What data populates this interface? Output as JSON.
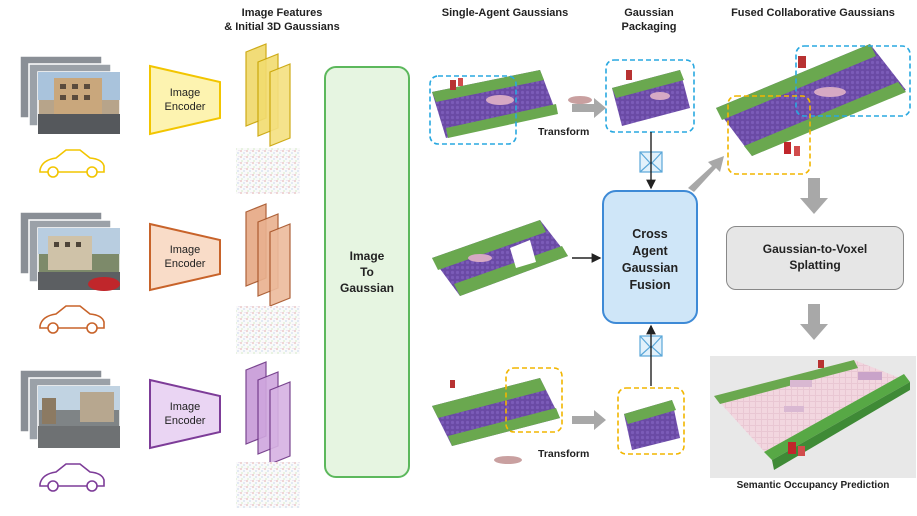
{
  "headers": {
    "features": "Image Features\n& Initial 3D Gaussians",
    "single_agent": "Single-Agent Gaussians",
    "packaging": "Gaussian\nPackaging",
    "fused": "Fused Collaborative Gaussians"
  },
  "agents": [
    {
      "encoder_label": "Image\nEncoder",
      "color": "#f2c500",
      "fill": "#fdf3b0"
    },
    {
      "encoder_label": "Image\nEncoder",
      "color": "#c8632a",
      "fill": "#f9dcc8"
    },
    {
      "encoder_label": "Image\nEncoder",
      "color": "#7d3c98",
      "fill": "#ead5f3"
    }
  ],
  "image_to_gaussian": "Image\nTo\nGaussian",
  "fusion": "Cross\nAgent\nGaussian\nFusion",
  "splatting": "Gaussian-to-Voxel\nSplatting",
  "transform_label": "Transform",
  "occupancy_caption": "Semantic Occupancy Prediction",
  "colors": {
    "green_box": "#5cb85c",
    "blue_box": "#3e8ad6",
    "dashed_blue": "#29a8e0",
    "dashed_yellow": "#f2b600",
    "arrow_gray": "#a8a8a8",
    "gaussian_purple": "#6a4aa5",
    "gaussian_green": "#6aa84f"
  }
}
